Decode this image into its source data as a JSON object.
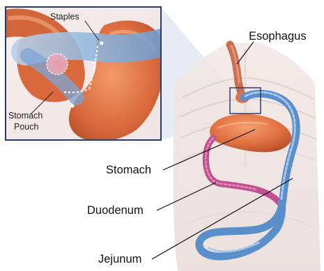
{
  "labels": {
    "esophagus": "Esophagus",
    "stomach": "Stomach",
    "duodenum": "Duodenum",
    "jejunum": "Jejunum"
  },
  "inset": {
    "staples": "Staples",
    "pouch_line1": "Stomach",
    "pouch_line2": "Pouch"
  },
  "colors": {
    "stomach": "#e07040",
    "intestine_blue": "#5b8fc9",
    "intestine_pink": "#c0508f",
    "esophagus": "#c87050",
    "inset_frame": "#2b3a67",
    "leader_line": "#111111"
  }
}
